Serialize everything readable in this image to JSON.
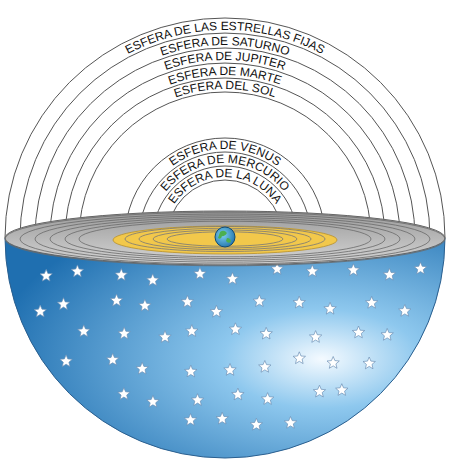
{
  "diagram": {
    "labels": [
      "ESFERA DE LAS ESTRELLAS FIJAS",
      "ESFERA DE SATURNO",
      "ESFERA DE JUPITER",
      "ESFERA DE MARTE",
      "ESFERA DEL SOL",
      "ESFERA DE VENUS",
      "ESFERA DE MERCURIO",
      "ESFERA DE LA LUNA"
    ]
  }
}
